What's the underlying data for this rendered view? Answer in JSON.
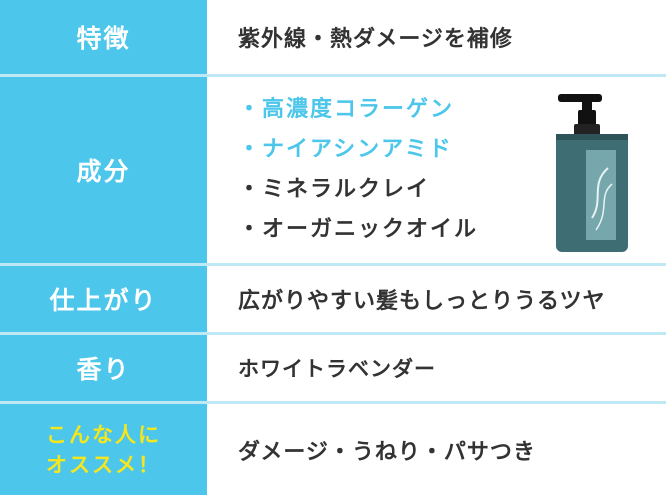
{
  "colors": {
    "header_bg": "#4cc6ea",
    "highlight_text": "#4cc6ea",
    "recommend_text": "#f5e61e",
    "body_text": "#333333"
  },
  "rows": [
    {
      "header": "特徴",
      "value": "紫外線・熱ダメージを補修"
    },
    {
      "header": "成分",
      "ingredients": [
        {
          "text": "・高濃度コラーゲン",
          "highlight": true
        },
        {
          "text": "・ナイアシンアミド",
          "highlight": true
        },
        {
          "text": "・ミネラルクレイ",
          "highlight": false
        },
        {
          "text": "・オーガニックオイル",
          "highlight": false
        }
      ]
    },
    {
      "header": "仕上がり",
      "value": "広がりやすい髪もしっとりうるツヤ"
    },
    {
      "header": "香り",
      "value": "ホワイトラベンダー"
    },
    {
      "header_lines": [
        "こんな人に",
        "オススメ！"
      ],
      "value": "ダメージ・うねり・パサつき"
    }
  ],
  "product_image": {
    "icon": "pump-bottle-icon",
    "bottle_color": "#3f6d74",
    "pump_color": "#111111",
    "label_color": "#7fb2b6"
  }
}
